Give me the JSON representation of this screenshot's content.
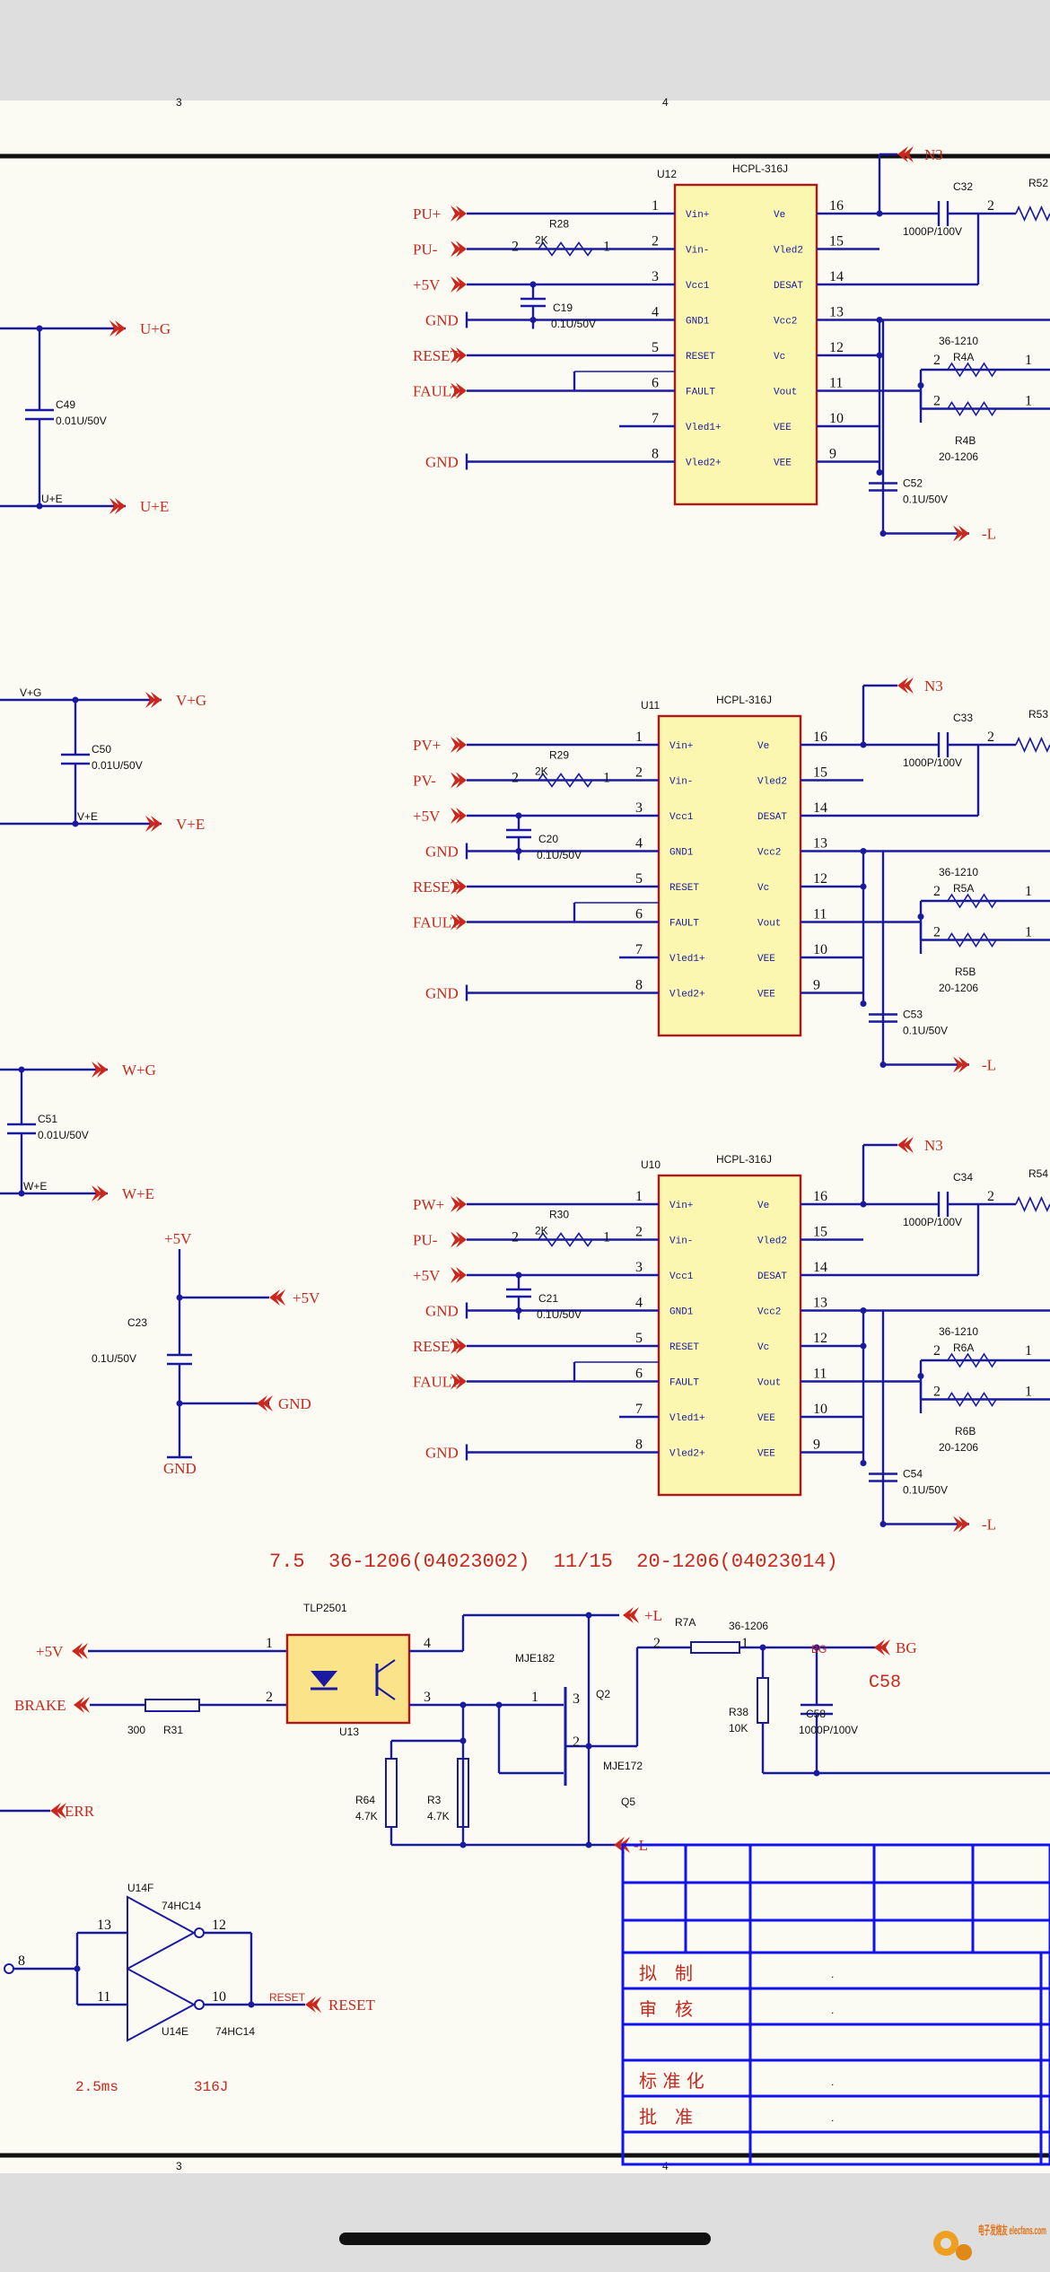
{
  "domain": "schematic",
  "border_ticks": {
    "col3": "3",
    "col4": "4"
  },
  "drivers": [
    {
      "ref": "U12",
      "part": "HCPL-316J",
      "left_pins": [
        {
          "n": "1",
          "name": "Vin+",
          "net": "PU+"
        },
        {
          "n": "2",
          "name": "Vin-",
          "net": "PU-"
        },
        {
          "n": "3",
          "name": "Vcc1",
          "net": "+5V"
        },
        {
          "n": "4",
          "name": "GND1",
          "net": "GND"
        },
        {
          "n": "5",
          "name": "RESET",
          "net": "RESET"
        },
        {
          "n": "6",
          "name": "FAULT",
          "net": "FAULT"
        },
        {
          "n": "7",
          "name": "Vled1+",
          "net": ""
        },
        {
          "n": "8",
          "name": "Vled2+",
          "net": "GND"
        }
      ],
      "right_pins": [
        {
          "n": "16",
          "name": "Ve"
        },
        {
          "n": "15",
          "name": "Vled2"
        },
        {
          "n": "14",
          "name": "DESAT"
        },
        {
          "n": "13",
          "name": "Vcc2"
        },
        {
          "n": "12",
          "name": "Vc"
        },
        {
          "n": "11",
          "name": "Vout"
        },
        {
          "n": "10",
          "name": "VEE"
        },
        {
          "n": "9",
          "name": "VEE"
        }
      ],
      "res_in": {
        "ref": "R28",
        "value": "2K",
        "p1": "2",
        "p2": "1"
      },
      "cap_vcc": {
        "ref": "C19",
        "value": "0.1U/50V"
      },
      "cap_desat": {
        "ref": "C32",
        "value": "1000P/100V"
      },
      "res_out_top": {
        "ref": "R4A",
        "value": "36-1210"
      },
      "res_out_bot": {
        "ref": "R4B",
        "value": "20-1206"
      },
      "cap_vee": {
        "ref": "C52",
        "value": "0.1U/50V"
      },
      "res_far": "R52",
      "net_n3": "N3",
      "net_l": "-L",
      "pin_2": "2",
      "pin_1": "1"
    },
    {
      "ref": "U11",
      "part": "HCPL-316J",
      "left_pins": [
        {
          "n": "1",
          "name": "Vin+",
          "net": "PV+"
        },
        {
          "n": "2",
          "name": "Vin-",
          "net": "PV-"
        },
        {
          "n": "3",
          "name": "Vcc1",
          "net": "+5V"
        },
        {
          "n": "4",
          "name": "GND1",
          "net": "GND"
        },
        {
          "n": "5",
          "name": "RESET",
          "net": "RESET"
        },
        {
          "n": "6",
          "name": "FAULT",
          "net": "FAULT"
        },
        {
          "n": "7",
          "name": "Vled1+",
          "net": ""
        },
        {
          "n": "8",
          "name": "Vled2+",
          "net": "GND"
        }
      ],
      "right_pins": [
        {
          "n": "16",
          "name": "Ve"
        },
        {
          "n": "15",
          "name": "Vled2"
        },
        {
          "n": "14",
          "name": "DESAT"
        },
        {
          "n": "13",
          "name": "Vcc2"
        },
        {
          "n": "12",
          "name": "Vc"
        },
        {
          "n": "11",
          "name": "Vout"
        },
        {
          "n": "10",
          "name": "VEE"
        },
        {
          "n": "9",
          "name": "VEE"
        }
      ],
      "res_in": {
        "ref": "R29",
        "value": "2K",
        "p1": "2",
        "p2": "1"
      },
      "cap_vcc": {
        "ref": "C20",
        "value": "0.1U/50V"
      },
      "cap_desat": {
        "ref": "C33",
        "value": "1000P/100V"
      },
      "res_out_top": {
        "ref": "R5A",
        "value": "36-1210"
      },
      "res_out_bot": {
        "ref": "R5B",
        "value": "20-1206"
      },
      "cap_vee": {
        "ref": "C53",
        "value": "0.1U/50V"
      },
      "res_far": "R53",
      "net_n3": "N3",
      "net_l": "-L",
      "pin_2": "2",
      "pin_1": "1"
    },
    {
      "ref": "U10",
      "part": "HCPL-316J",
      "left_pins": [
        {
          "n": "1",
          "name": "Vin+",
          "net": "PW+"
        },
        {
          "n": "2",
          "name": "Vin-",
          "net": "PU-"
        },
        {
          "n": "3",
          "name": "Vcc1",
          "net": "+5V"
        },
        {
          "n": "4",
          "name": "GND1",
          "net": "GND"
        },
        {
          "n": "5",
          "name": "RESET",
          "net": "RESET"
        },
        {
          "n": "6",
          "name": "FAULT",
          "net": "FAULT"
        },
        {
          "n": "7",
          "name": "Vled1+",
          "net": ""
        },
        {
          "n": "8",
          "name": "Vled2+",
          "net": "GND"
        }
      ],
      "right_pins": [
        {
          "n": "16",
          "name": "Ve"
        },
        {
          "n": "15",
          "name": "Vled2"
        },
        {
          "n": "14",
          "name": "DESAT"
        },
        {
          "n": "13",
          "name": "Vcc2"
        },
        {
          "n": "12",
          "name": "Vc"
        },
        {
          "n": "11",
          "name": "Vout"
        },
        {
          "n": "10",
          "name": "VEE"
        },
        {
          "n": "9",
          "name": "VEE"
        }
      ],
      "res_in": {
        "ref": "R30",
        "value": "2K",
        "p1": "2",
        "p2": "1"
      },
      "cap_vcc": {
        "ref": "C21",
        "value": "0.1U/50V"
      },
      "cap_desat": {
        "ref": "C34",
        "value": "1000P/100V"
      },
      "res_out_top": {
        "ref": "R6A",
        "value": "36-1210"
      },
      "res_out_bot": {
        "ref": "R6B",
        "value": "20-1206"
      },
      "cap_vee": {
        "ref": "C54",
        "value": "0.1U/50V"
      },
      "res_far": "R54",
      "net_n3": "N3",
      "net_l": "-L",
      "pin_2": "2",
      "pin_1": "1"
    }
  ],
  "left_caps": [
    {
      "ref": "C49",
      "value": "0.01U/50V",
      "net_top": "U+G",
      "net_bot": "U+E",
      "lbl_bot": "U+E"
    },
    {
      "ref": "C50",
      "value": "0.01U/50V",
      "net_top": "V+G",
      "net_bot": "V+E",
      "lbl_top": "V+G",
      "lbl_bot": "V+E"
    },
    {
      "ref": "C51",
      "value": "0.01U/50V",
      "net_top": "W+G",
      "net_bot": "W+E",
      "lbl_bot": "W+E"
    }
  ],
  "decoupling": {
    "ref": "C23",
    "value": "0.1U/50V",
    "net_top": "+5V",
    "net_gnd": "GND",
    "top_lbl": "+5V",
    "bot_lbl": "GND"
  },
  "note_line": "7.5  36-1206(04023002)  11/15  20-1206(04023014)",
  "brake": {
    "opto": {
      "ref": "U13",
      "part": "TLP2501"
    },
    "nets": {
      "p5v": "+5V",
      "brake": "BRAKE",
      "pl": "+L",
      "ml": "-L",
      "bg": "BG",
      "err": "ERR"
    },
    "r31": {
      "ref": "R31",
      "value": "300"
    },
    "q2": {
      "ref": "Q2",
      "part": "MJE182"
    },
    "q5": {
      "ref": "Q5",
      "part": "MJE172"
    },
    "r7a": {
      "ref": "R7A",
      "value": "36-1206"
    },
    "r38": {
      "ref": "R38",
      "value": "10K"
    },
    "c58": {
      "ref": "C58",
      "value": "1000P/100V"
    },
    "c58_label": "C58",
    "r64": {
      "ref": "R64",
      "value": "4.7K"
    },
    "r3": {
      "ref": "R3",
      "value": "4.7K"
    },
    "pins": {
      "p1": "1",
      "p2": "2",
      "p3": "3",
      "p4": "4"
    }
  },
  "inverters": {
    "u14f": {
      "ref": "U14F",
      "part": "74HC14",
      "in": "13",
      "out": "12"
    },
    "u14e": {
      "ref": "U14E",
      "part": "74HC14",
      "in": "11",
      "out": "10"
    },
    "pin8": "8",
    "reset_net": "RESET",
    "notes": {
      "left": "2.5ms",
      "right": "316J"
    }
  },
  "title_block": {
    "rows": [
      {
        "label": "拟　制",
        "value": "."
      },
      {
        "label": "审　核",
        "value": "."
      },
      {
        "label": "",
        "value": ""
      },
      {
        "label": "标 准 化",
        "value": "."
      },
      {
        "label": "批　准",
        "value": "."
      }
    ]
  },
  "watermark": "电子发烧友 elecfans.com"
}
